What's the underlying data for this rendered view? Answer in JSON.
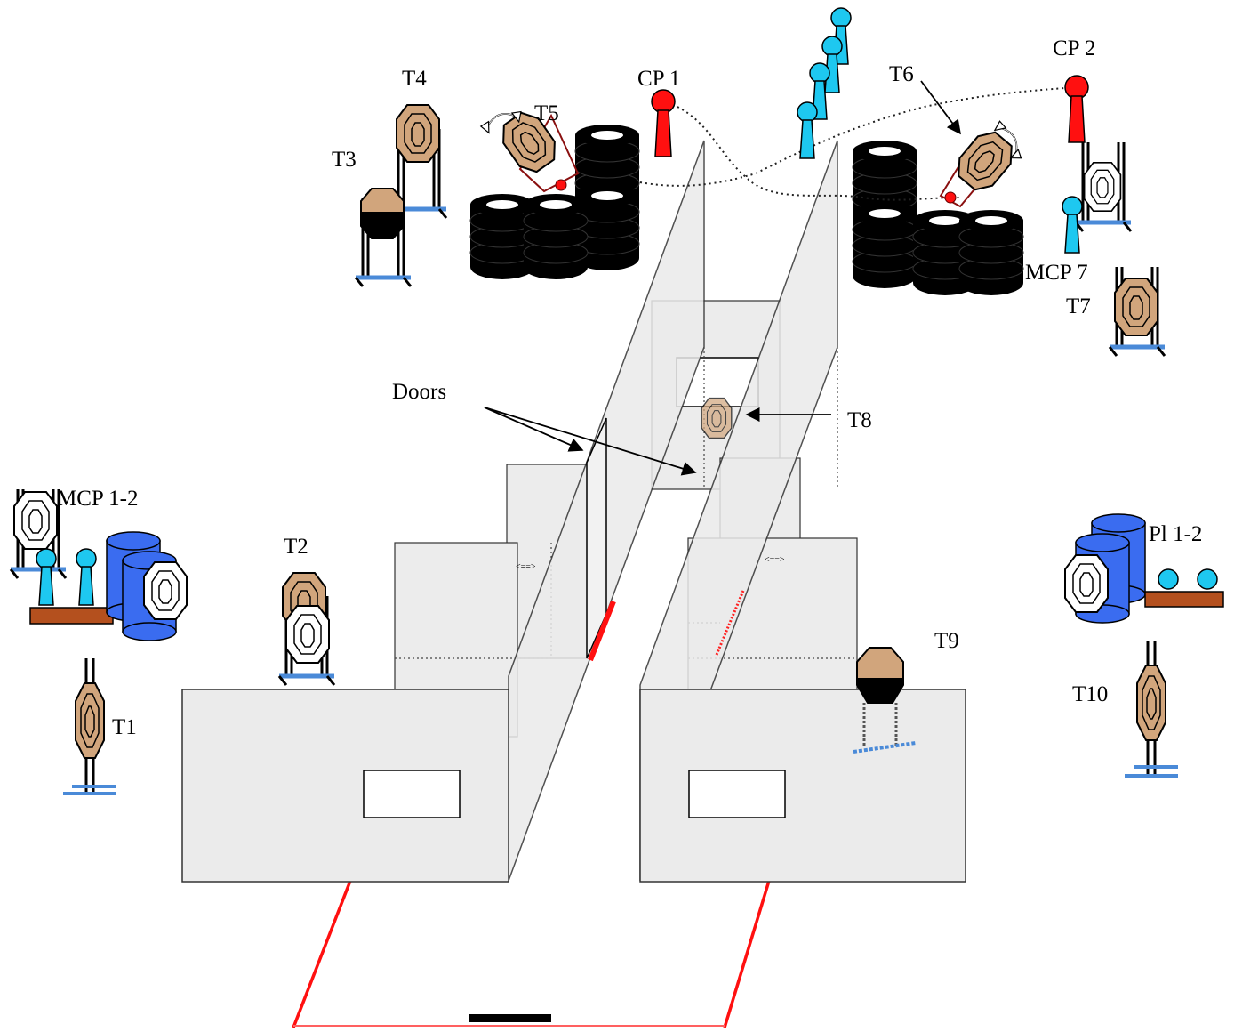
{
  "labels": {
    "t1": "T1",
    "t2": "T2",
    "t3": "T3",
    "t4": "T4",
    "t5": "T5",
    "t6": "T6",
    "t7": "T7",
    "t8": "T8",
    "t9": "T9",
    "t10": "T10",
    "cp1": "CP 1",
    "cp2": "CP 2",
    "mcp7": "MCP 7",
    "mcp12": "MCP 1-2",
    "pl12": "Pl 1-2",
    "doors": "Doors"
  },
  "colors": {
    "steel_popper": "#1ec8f0",
    "cp_popper": "#ff1010",
    "barrel": "#3a6cf0",
    "target_brown": "#d1a57c",
    "fault_line": "#ff1010",
    "wall_fill": "#ebebeb",
    "stand_base": "#4a8ad8",
    "plank": "#b4501e"
  },
  "icons": [
    "paper-target-icon",
    "no-shoot-target-icon",
    "swinger-target-icon",
    "steel-popper-icon",
    "barrel-icon",
    "tire-stack-icon",
    "door-icon",
    "rotation-arrow-icon"
  ]
}
